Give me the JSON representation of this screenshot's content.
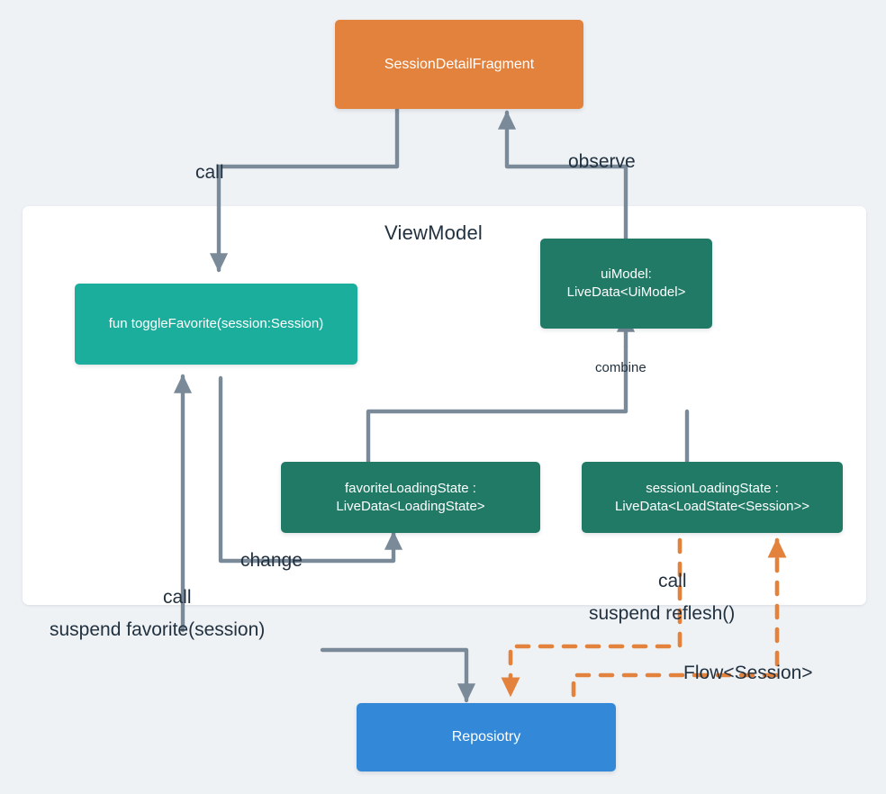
{
  "diagram": {
    "title": "Android MVVM data flow diagram",
    "background": "#eff2f5",
    "colors": {
      "fragment": "#e3823c",
      "function": "#1bae9c",
      "livedata": "#217a66",
      "repository": "#3389d8",
      "solid_edge": "#7a8a99",
      "dashed_edge": "#e3823c",
      "text": "#22313f",
      "panel": "#ffffff"
    },
    "panel": {
      "label": "ViewModel"
    },
    "nodes": [
      {
        "id": "fragment",
        "label": "SessionDetailFragment",
        "kind": "fragment"
      },
      {
        "id": "toggle-favorite",
        "label": "fun toggleFavorite(session:Session)",
        "kind": "function"
      },
      {
        "id": "ui-model",
        "label_line1": "uiModel:",
        "label_line2": "LiveData<UiModel>",
        "kind": "livedata"
      },
      {
        "id": "favorite-loading-state",
        "label_line1": "favoriteLoadingState :",
        "label_line2": "LiveData<LoadingState>",
        "kind": "livedata"
      },
      {
        "id": "session-loading-state",
        "label_line1": "sessionLoadingState :",
        "label_line2": "LiveData<LoadState<Session>>",
        "kind": "livedata"
      },
      {
        "id": "repository",
        "label": "Reposiotry",
        "kind": "repository"
      }
    ],
    "edges": [
      {
        "id": "call-toggle",
        "label": "call",
        "style": "solid",
        "from": "fragment",
        "to": "toggle-favorite"
      },
      {
        "id": "observe-uimodel",
        "label": "observe",
        "style": "solid",
        "from": "ui-model",
        "to": "fragment"
      },
      {
        "id": "combine",
        "label": "combine",
        "style": "solid",
        "from": "loading-states",
        "to": "ui-model"
      },
      {
        "id": "change-favorite",
        "label": "change",
        "style": "solid",
        "from": "toggle-favorite",
        "to": "favorite-loading-state"
      },
      {
        "id": "call-favorite",
        "label": "call",
        "style": "solid",
        "from": "repository",
        "to": "toggle-favorite"
      },
      {
        "id": "suspend-favorite",
        "label": "suspend favorite(session)",
        "style": "solid",
        "from": "toggle-favorite",
        "to": "repository"
      },
      {
        "id": "call-refresh",
        "label": "call",
        "style": "dashed",
        "from": "session-loading-state",
        "to": "repository"
      },
      {
        "id": "suspend-refresh",
        "label": "suspend reflesh()",
        "style": "dashed",
        "from": "session-loading-state",
        "to": "repository"
      },
      {
        "id": "flow-session",
        "label": "Flow<Session>",
        "style": "dashed",
        "from": "repository",
        "to": "session-loading-state"
      }
    ]
  }
}
